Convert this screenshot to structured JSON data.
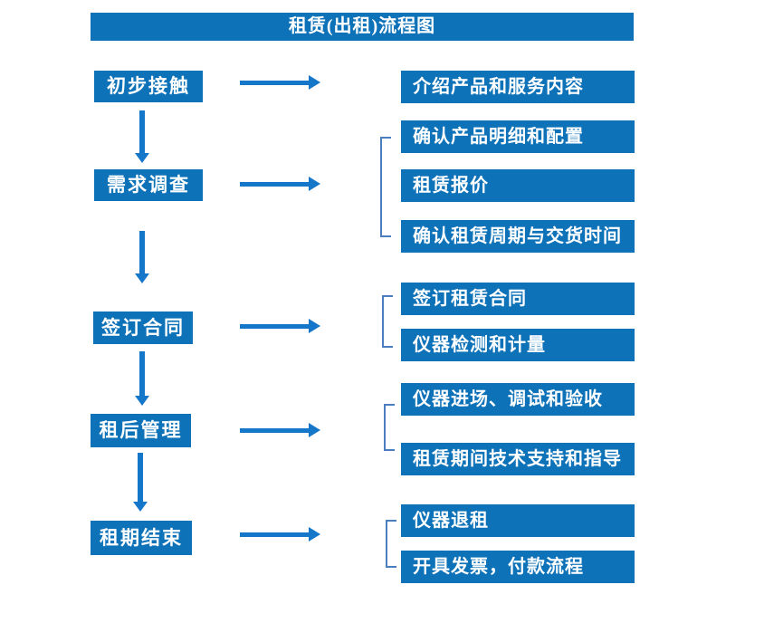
{
  "title": "租赁(出租)流程图",
  "colors": {
    "box_blue": "#0E72B8",
    "arrow_blue": "#1577C9",
    "bracket_blue": "#4A7EBE",
    "text_white": "#FFFFFF",
    "background": "#FFFFFF"
  },
  "steps": [
    {
      "label": "初步接触",
      "details": [
        "介绍产品和服务内容"
      ]
    },
    {
      "label": "需求调查",
      "details": [
        "确认产品明细和配置",
        "租赁报价",
        "确认租赁周期与交货时间"
      ]
    },
    {
      "label": "签订合同",
      "details": [
        "签订租赁合同",
        "仪器检测和计量"
      ]
    },
    {
      "label": "租后管理",
      "details": [
        "仪器进场、调试和验收",
        "租赁期间技术支持和指导"
      ]
    },
    {
      "label": "租期结束",
      "details": [
        "仪器退租",
        "开具发票，付款流程"
      ]
    }
  ]
}
